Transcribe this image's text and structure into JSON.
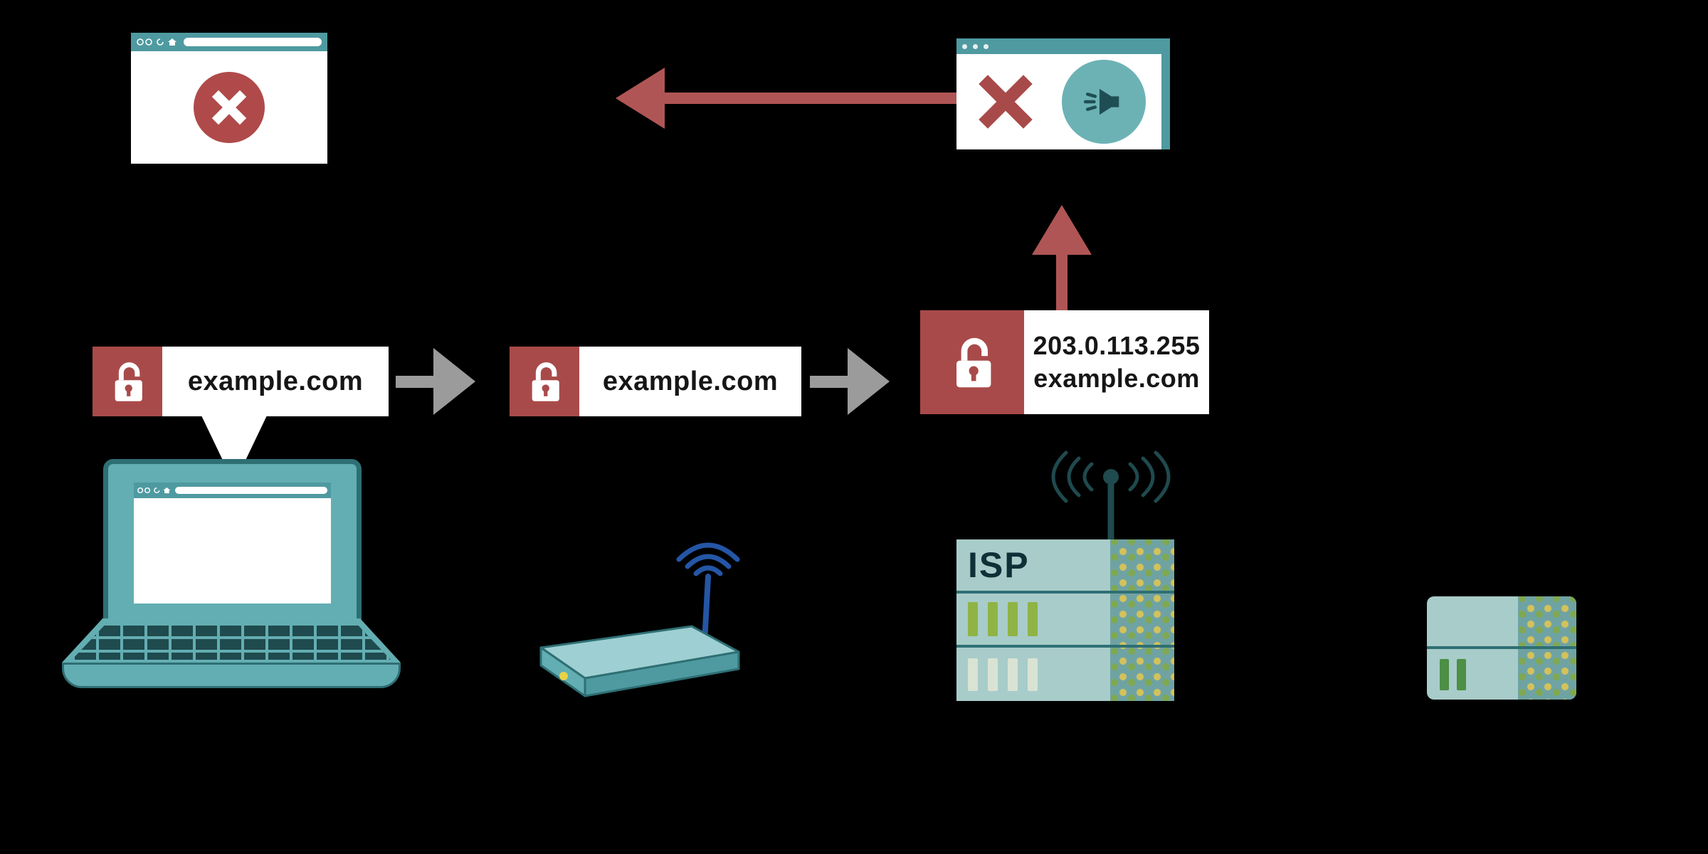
{
  "labels": {
    "query1": "example.com",
    "query2": "example.com",
    "response_ip": "203.0.113.255",
    "response_domain": "example.com",
    "isp": "ISP"
  },
  "icons": {
    "query_locks": "unlock-icon",
    "blocked_page": "x-circle-icon",
    "block_notice": [
      "x-icon",
      "megaphone-icon"
    ],
    "router": "wifi-icon",
    "isp_server": "antenna-icon",
    "browser_chrome": [
      "refresh-icon",
      "home-icon"
    ]
  },
  "colors": {
    "background": "#000000",
    "teal": "#63AEB2",
    "teal_dark": "#2E6F74",
    "teal_bar": "#4E9AA0",
    "server_body": "#A8CCC9",
    "server_panel": "#6FA3A3",
    "red": "#A94A4A",
    "arrow_red": "#B05555",
    "arrow_gray": "#9B9B9B",
    "green_bar": "#8FB445",
    "green_bar_dark": "#4C8F45",
    "pale_bar": "#D9E3D4",
    "wifi_blue": "#2456A6",
    "led_yellow": "#E8D24A"
  }
}
